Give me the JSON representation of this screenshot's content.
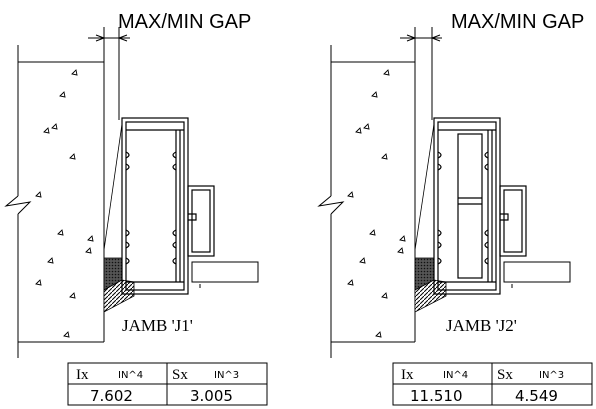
{
  "panels": [
    {
      "header": "MAX/MIN GAP",
      "caption": "JAMB 'J1'",
      "table": {
        "ix_label": "Ix",
        "ix_unit": "IN^4",
        "sx_label": "Sx",
        "sx_unit": "IN^3",
        "ix_value": "7.602",
        "sx_value": "3.005"
      }
    },
    {
      "header": "MAX/MIN GAP",
      "caption": "JAMB 'J2'",
      "table": {
        "ix_label": "Ix",
        "ix_unit": "IN^4",
        "sx_label": "Sx",
        "sx_unit": "IN^3",
        "ix_value": "11.510",
        "sx_value": "4.549"
      }
    }
  ]
}
